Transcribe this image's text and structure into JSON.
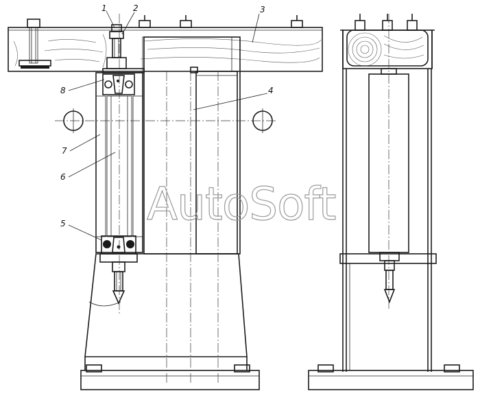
{
  "callouts": [
    {
      "id": "c1",
      "label": "1"
    },
    {
      "id": "c2",
      "label": "2"
    },
    {
      "id": "c3",
      "label": "3"
    },
    {
      "id": "c4",
      "label": "4"
    },
    {
      "id": "c5",
      "label": "5"
    },
    {
      "id": "c6",
      "label": "6"
    },
    {
      "id": "c7",
      "label": "7"
    },
    {
      "id": "c8",
      "label": "8"
    }
  ],
  "watermark": "AutoSoft",
  "colors": {
    "ink": "#1a1a1a",
    "watermark": "#9a9a9a",
    "background": "#ffffff"
  }
}
